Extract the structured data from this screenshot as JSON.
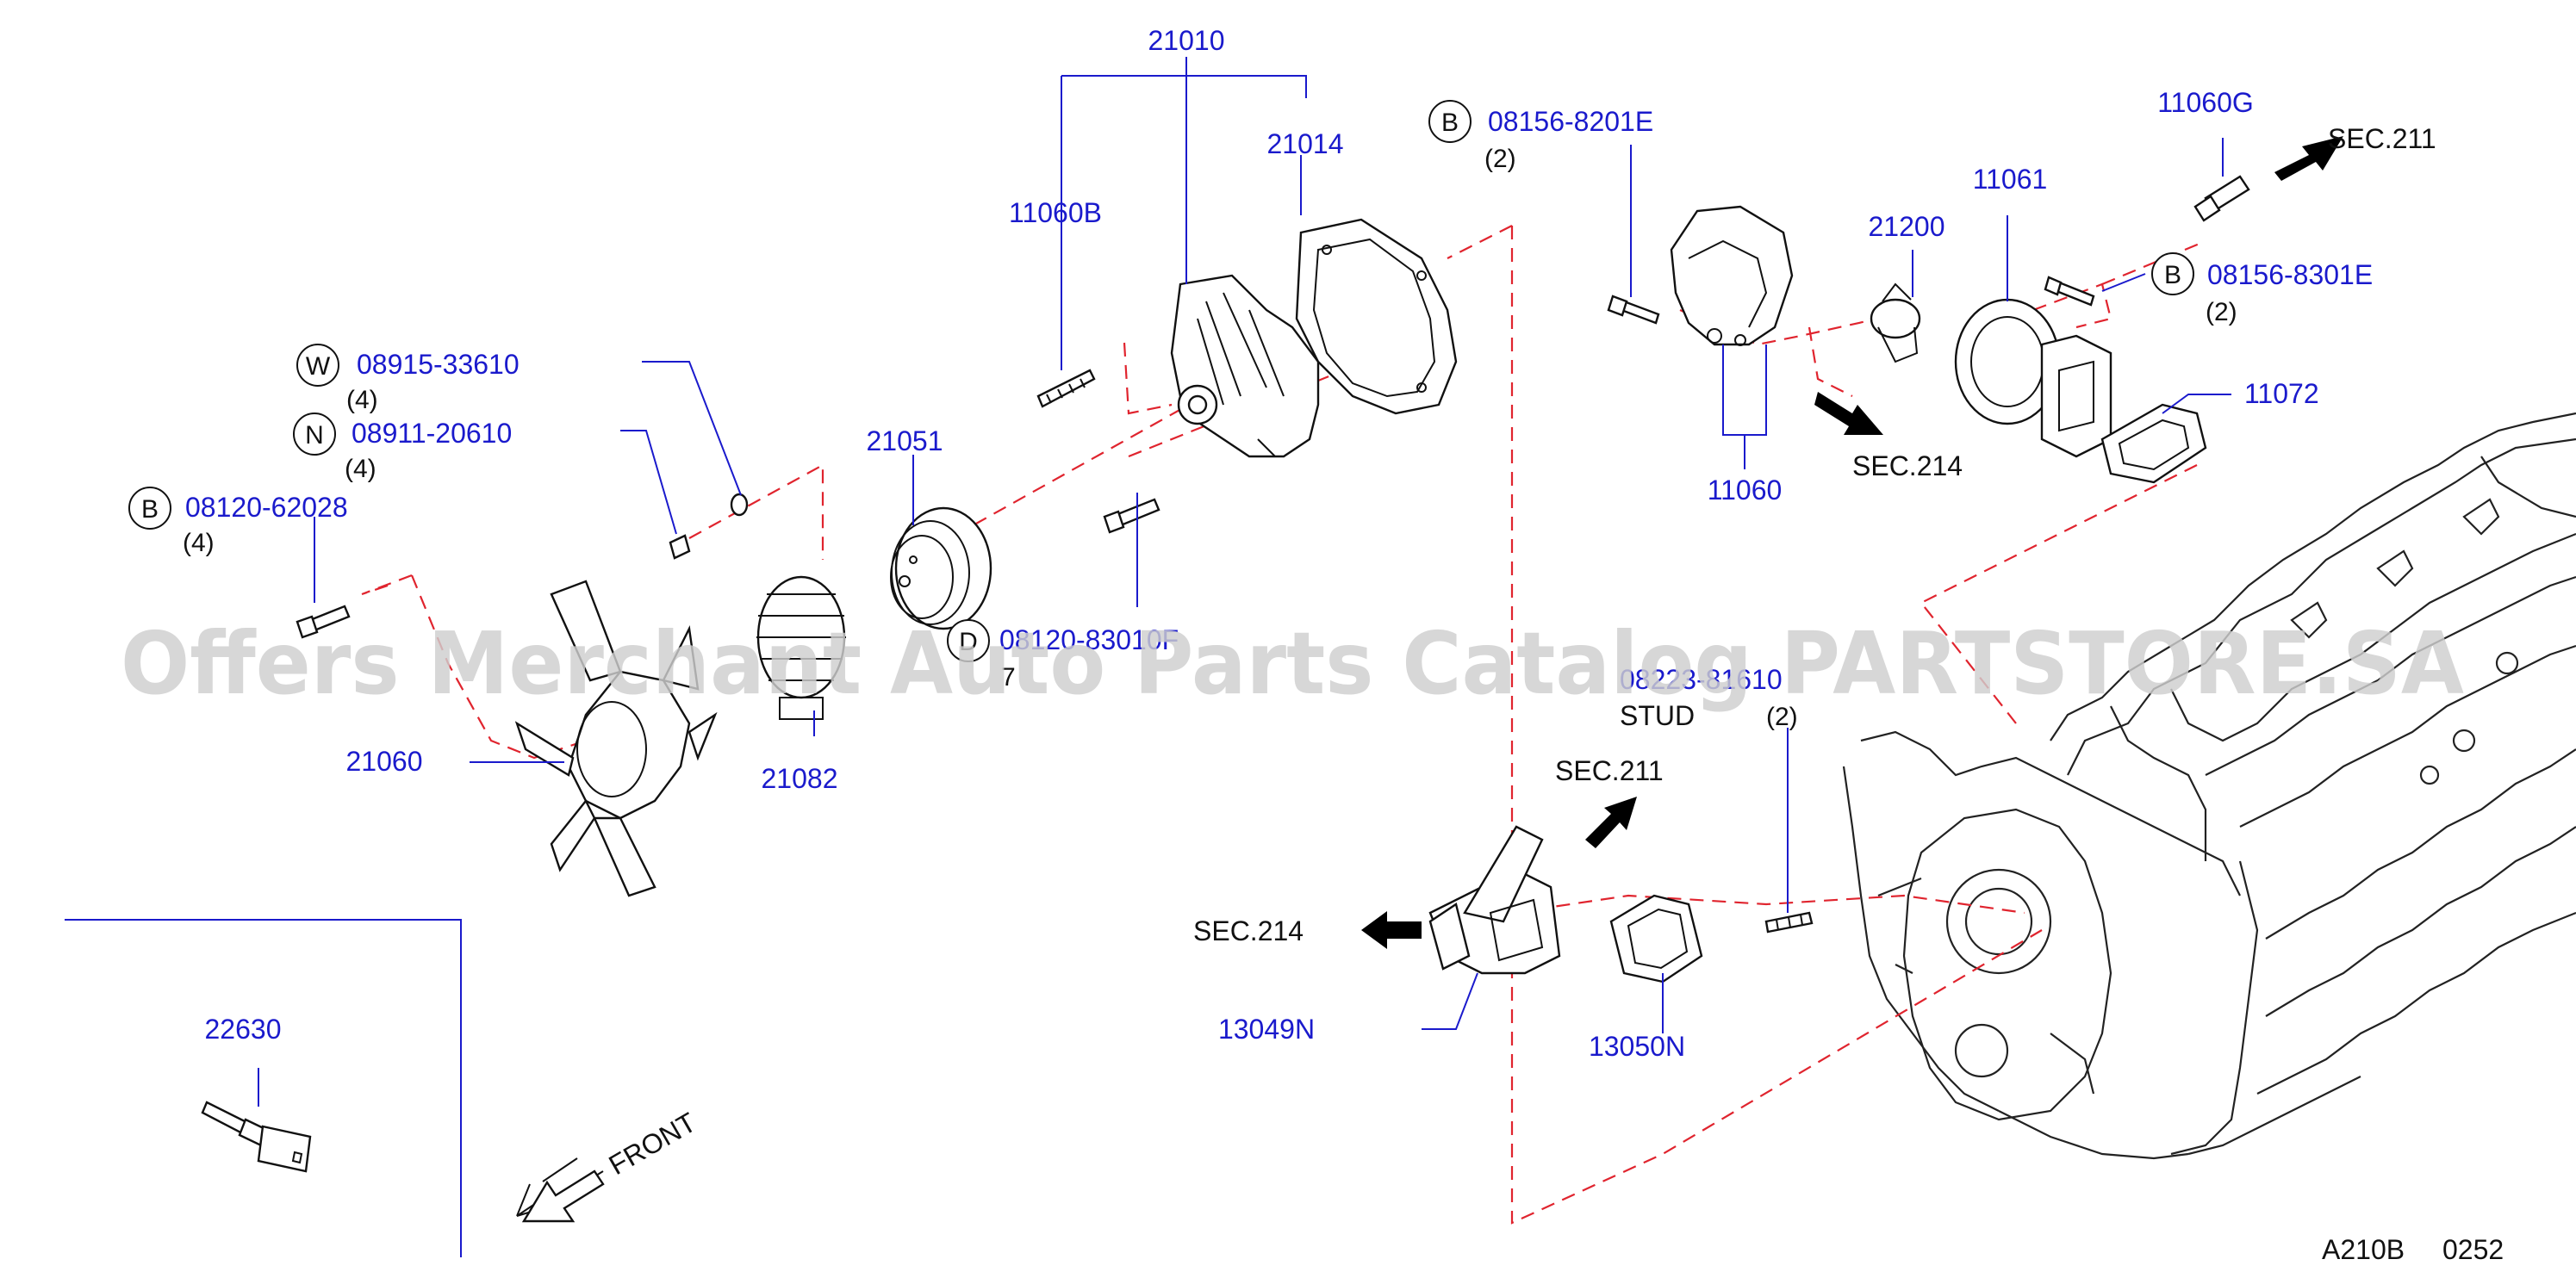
{
  "parts": {
    "p21010": "21010",
    "p21014": "21014",
    "p11060B": "11060B",
    "pW": "08915-33610",
    "pW_qty": "(4)",
    "pN": "08911-20610",
    "pN_qty": "(4)",
    "pB1": "08120-62028",
    "pB1_qty": "(4)",
    "p21051": "21051",
    "pD": "08120-83010F",
    "pD_qty": "7",
    "p21060": "21060",
    "p21082": "21082",
    "pB2": "08156-8201E",
    "pB2_qty": "(2)",
    "p21200": "21200",
    "p11061": "11061",
    "p11060G": "11060G",
    "pB3": "08156-8301E",
    "pB3_qty": "(2)",
    "p11072": "11072",
    "p11060": "11060",
    "pStud": "08223-81610",
    "pStud_desc": "STUD",
    "pStud_qty": "(2)",
    "p13049N": "13049N",
    "p13050N": "13050N",
    "p22630": "22630"
  },
  "circle_letters": {
    "w": "W",
    "n": "N",
    "b1": "B",
    "d": "D",
    "b2": "B",
    "b3": "B"
  },
  "sections": {
    "sec211_top": "SEC.211",
    "sec214_top": "SEC.214",
    "sec211_mid": "SEC.211",
    "sec214_left": "SEC.214"
  },
  "front_label": "FRONT",
  "diagram_code": "A210B",
  "diagram_num": "0252",
  "watermark": "Offers Merchant Auto Parts Catalog PARTSTORE.SA"
}
